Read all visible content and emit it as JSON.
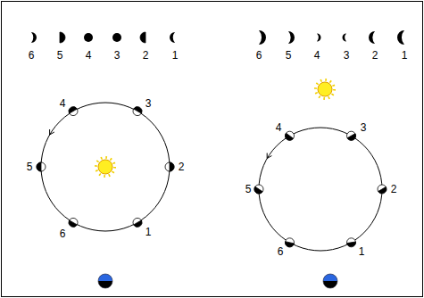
{
  "diagram": {
    "labels": [
      "6",
      "5",
      "4",
      "3",
      "2",
      "1",
      "6",
      "5",
      "4",
      "3",
      "2",
      "1",
      "4",
      "3",
      "5",
      "2",
      "6",
      "1",
      "4",
      "3",
      "5",
      "2",
      "6",
      "1"
    ]
  }
}
